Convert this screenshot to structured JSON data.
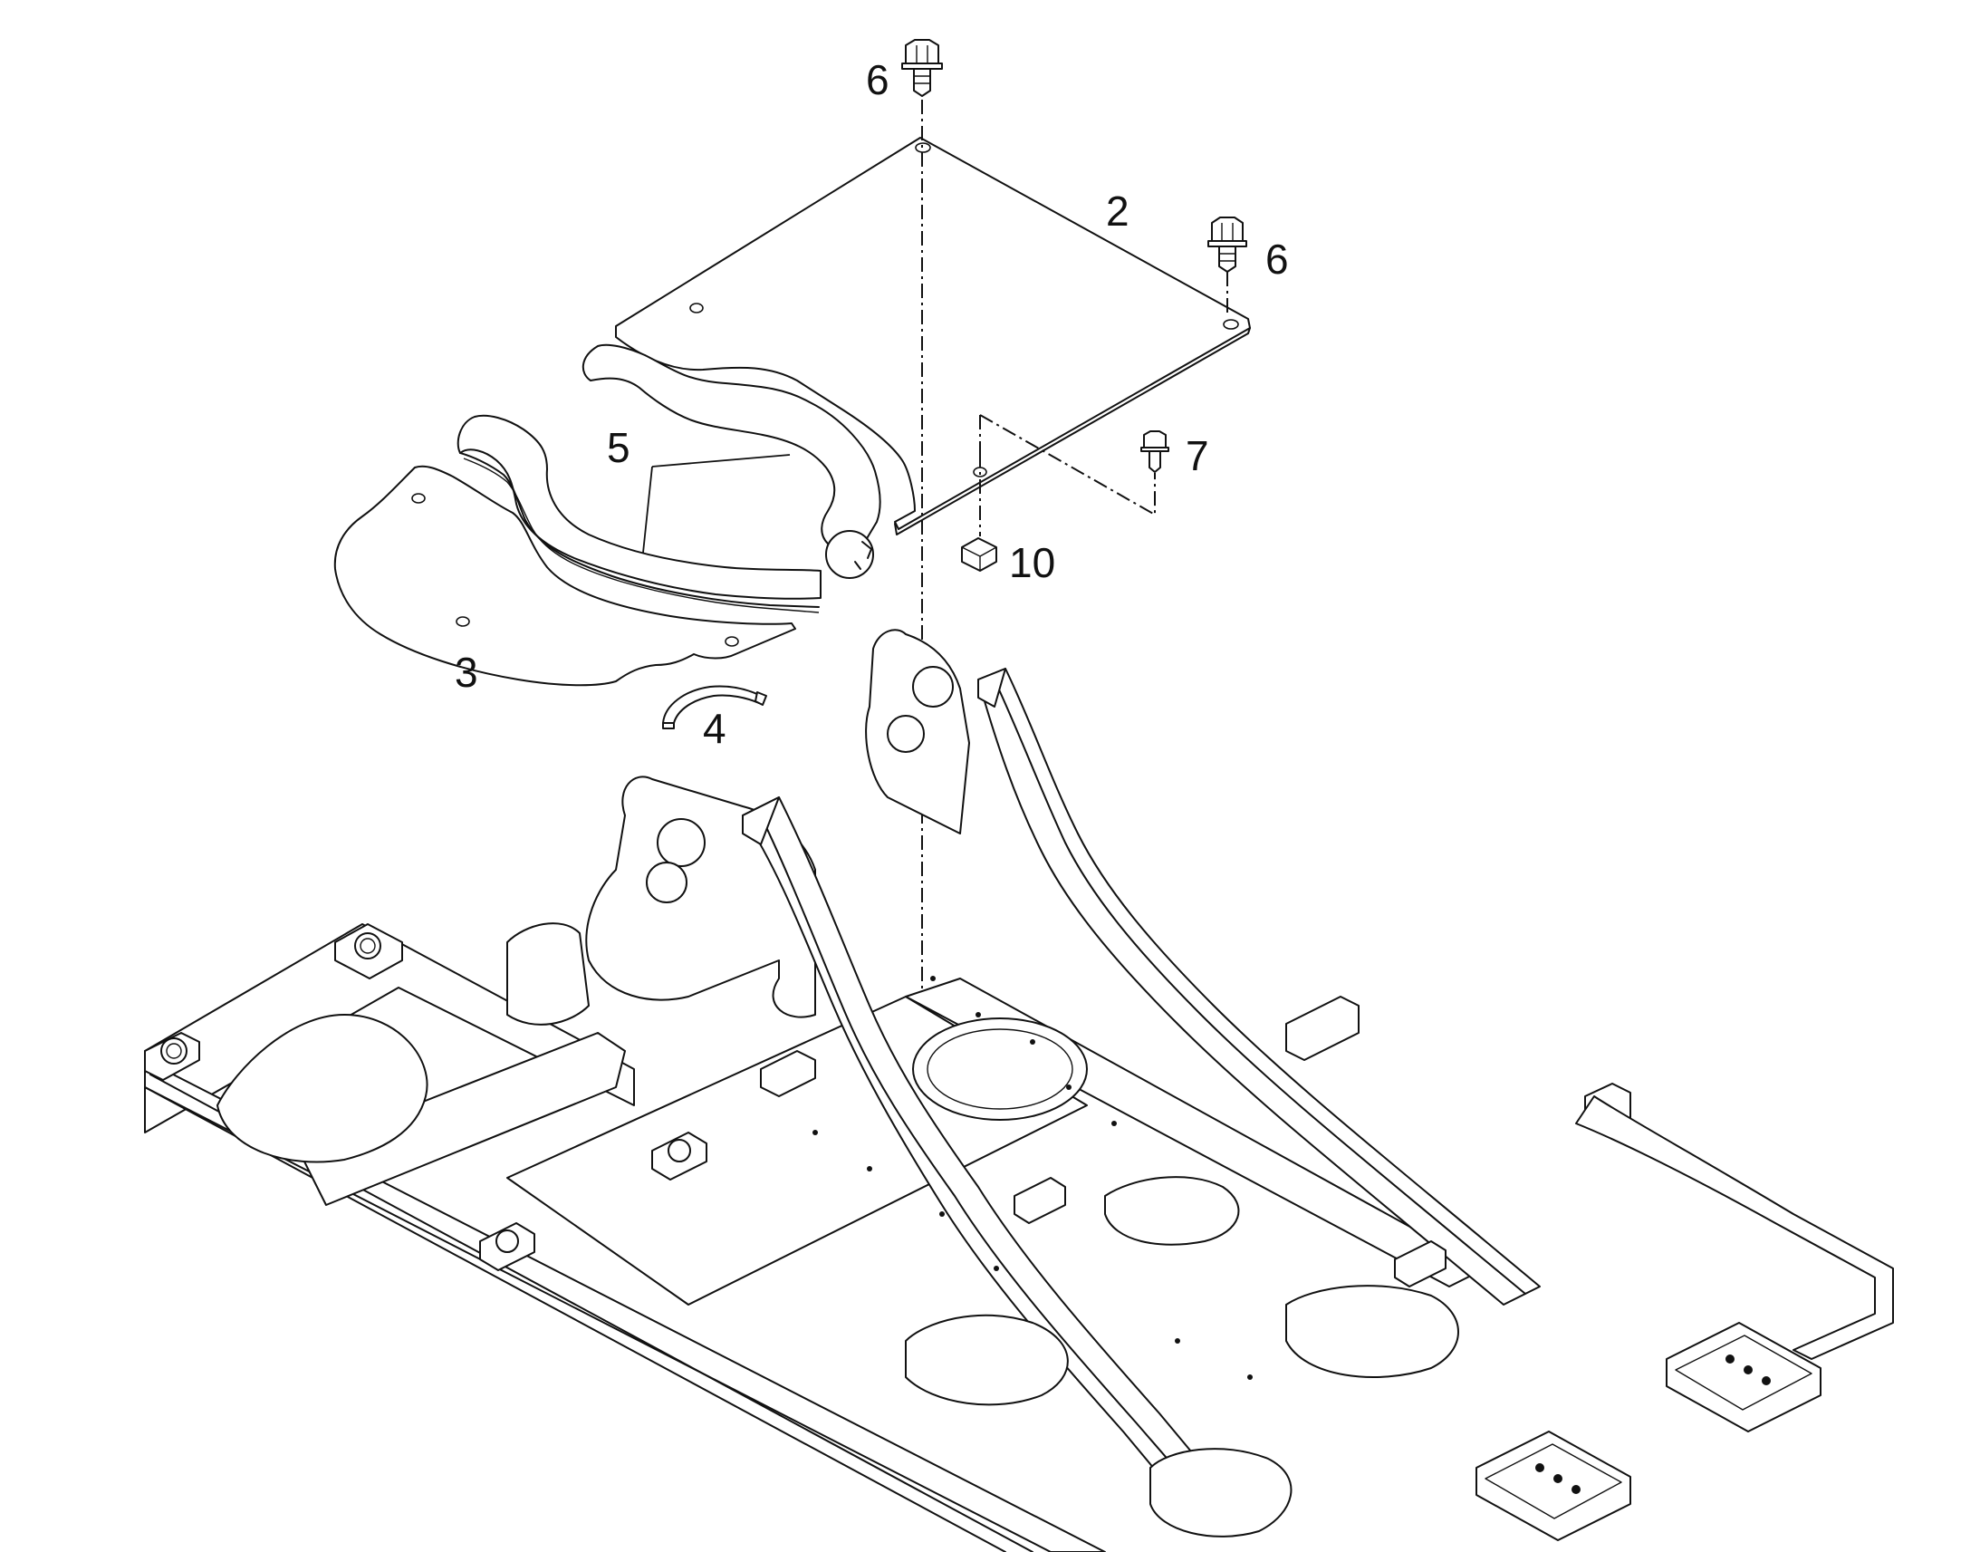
{
  "callouts": [
    {
      "id": "c6a",
      "label": "6"
    },
    {
      "id": "c2",
      "label": "2"
    },
    {
      "id": "c6b",
      "label": "6"
    },
    {
      "id": "c5",
      "label": "5"
    },
    {
      "id": "c7",
      "label": "7"
    },
    {
      "id": "c10",
      "label": "10"
    },
    {
      "id": "c3",
      "label": "3"
    },
    {
      "id": "c4",
      "label": "4"
    }
  ]
}
